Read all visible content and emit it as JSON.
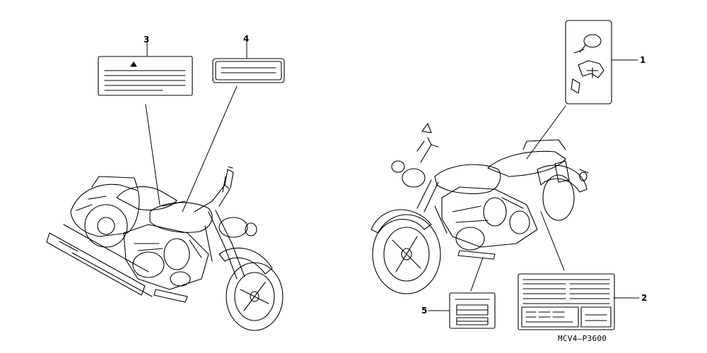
{
  "diagram": {
    "callouts": [
      {
        "number": "1",
        "part": "label-icon-tag"
      },
      {
        "number": "2",
        "part": "specification-label"
      },
      {
        "number": "3",
        "part": "warning-label"
      },
      {
        "number": "4",
        "part": "label"
      },
      {
        "number": "5",
        "part": "label"
      }
    ],
    "figure_code": "MCV4—P3600",
    "ink_color": "#000000",
    "background_color": "#ffffff"
  }
}
